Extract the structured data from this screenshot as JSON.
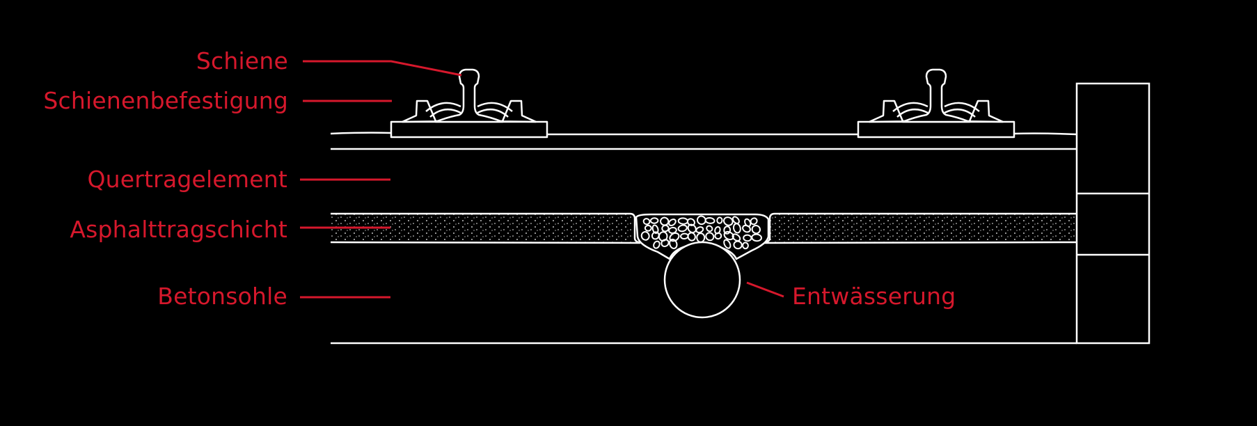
{
  "colors": {
    "background": "#000000",
    "line": "#ffffff",
    "label": "#d6182c"
  },
  "labels": {
    "schiene": "Schiene",
    "schienenbefestigung": "Schienenbefestigung",
    "quertragelement": "Quertragelement",
    "asphalttragschicht": "Asphalttragschicht",
    "betonsohle": "Betonsohle",
    "entwaesserung": "Entwässerung"
  }
}
